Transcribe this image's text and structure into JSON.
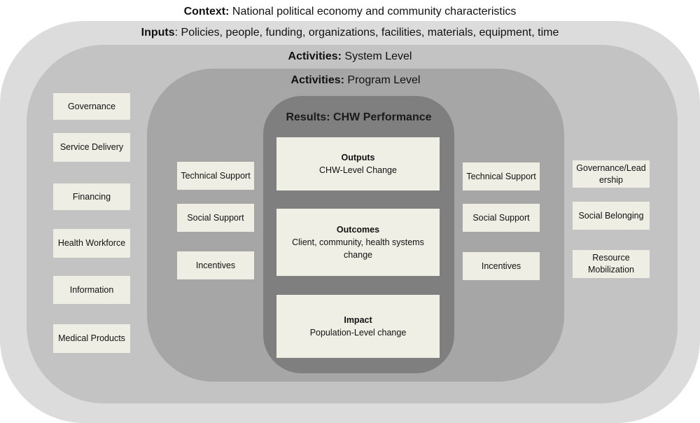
{
  "context": {
    "label": "Context:",
    "text": " National political economy and community characteristics"
  },
  "inputs": {
    "label": "Inputs",
    "text": ":  Policies, people, funding, organizations, facilities, materials, equipment, time"
  },
  "system_level": {
    "label": "Activities:",
    "text": " System Level",
    "items": [
      "Governance",
      "Service Delivery",
      "Financing",
      "Health Workforce",
      "Information",
      "Medical Products"
    ]
  },
  "program_level": {
    "label": "Activities:",
    "text": " Program Level",
    "left_items": [
      "Technical Support",
      "Social Support",
      "Incentives"
    ],
    "right_items": [
      "Technical Support",
      "Social Support",
      "Incentives"
    ]
  },
  "community_items": [
    "Governance/Leadership",
    "Social Belonging",
    "Resource Mobilization"
  ],
  "results": {
    "title": "Results: CHW Performance",
    "outputs": {
      "title": "Outputs",
      "text": "CHW-Level Change"
    },
    "outcomes": {
      "title": "Outcomes",
      "text": "Client, community, health systems change"
    },
    "impact": {
      "title": "Impact",
      "text": "Population-Level change"
    }
  }
}
